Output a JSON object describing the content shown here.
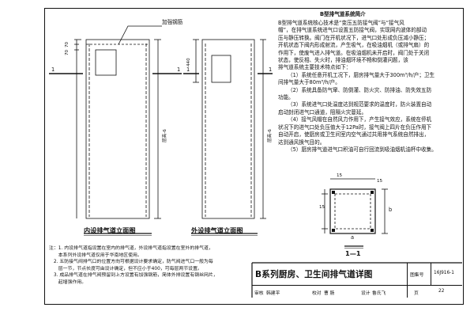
{
  "sheet": {
    "label_reinforced_rib": "加强钢筋",
    "dims_left": {
      "top_a": "70",
      "top_b": "70",
      "height": "层高-6"
    },
    "dims_right": {
      "top": "440",
      "height": "层高-6"
    },
    "section_marks": [
      "1",
      "1",
      "1",
      "1"
    ],
    "caption_inner": "内设排气道立面图",
    "caption_outer": "外设排气道立面图"
  },
  "intro": {
    "title": "B型排气道系统简介",
    "lines": [
      "B型排气道系统核心技术是“变压五防接气阀”与“接气风",
      "帽”，在排气道系统进气口设置五防接气阀，实现网内波体的部动",
      "压与静压转换。阀门在开机状况下，进气口处形成负压减小静压；",
      "开机状态下阀内形成射流，产生吸气，在吸油烟机（或排气扇）的",
      "作用下，使废气进入排气道。在吸油烟机未开启时，阀门处于关闭",
      "状态，使反相、失火时，排油烟环境不畅和倒灌问题，该",
      "排气道系统主要技术特点如下：",
      "（1）系统任意开机工况下，厨房排气量大于300m³/h/户；卫生",
      "间排气量大于80m³/h/户。",
      "（2）系统具备防气窜、防倒灌、防火灾、防排油、防失效五防",
      "功能。",
      "（3）系统进气口处温度达到规范要求的温度时，防火装置自动",
      "启动封闭进气口通道，阻隔火灾蔓延。",
      "（4）接气风帽在自然风力作用下，产生接气效应，系统在停机",
      "状况下的进气口处负压值大于12Pa时，接气阀上四片在负压作用下",
      "自动开启，使厨房或卫生间室内空气通过共用排气系统自然排出，",
      "达到通风换气目的。",
      "（5）厨房排气道进气口积油可自行回流到吸油烟机油杯中收集。"
    ]
  },
  "section": {
    "dims": [
      "15",
      "15",
      "15",
      "b",
      "a"
    ],
    "label": "1—1"
  },
  "notes": [
    "注：1. 内设排气道指设置在室内的排气道，外设排气道指设置在室外的排气道，",
    "　　本系列外设排气道仅用于华南地区使用。",
    "　2. 五防接气阀排气口的位置方向可根据设计要求确定，防气阀进气口一般为每",
    "　　层一节，节点长度可由设计确定，但不应小于400，可每层两节设置。",
    "　3. 成品排气道在排气阀预留到上方设置有加强钢筋，简体外排设置有钢丝网片，",
    "　　起增强作用。"
  ],
  "title_block": {
    "title": "B系列厨房、卫生间排气道详图",
    "atlas_label": "图集号",
    "atlas_no": "16J916-1",
    "review_label": "审核",
    "review_name": "韩建平",
    "check_label": "校对",
    "check_name": "曹 肠",
    "design_label": "设计",
    "design_name": "鲁氏飞",
    "page_label": "页",
    "page_no": "22"
  }
}
